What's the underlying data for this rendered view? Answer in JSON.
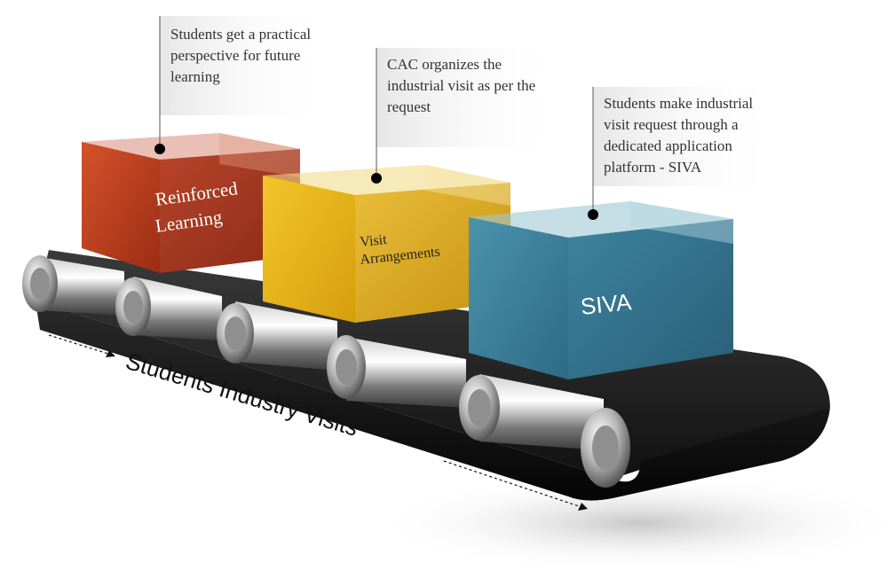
{
  "conveyor": {
    "label": "Students Industry Visits"
  },
  "boxes": [
    {
      "id": "reinforced",
      "label_lines": [
        "Reinforced",
        "Learning"
      ],
      "color": "#c2411f"
    },
    {
      "id": "visit",
      "label_lines": [
        "Visit",
        "Arrangements"
      ],
      "color": "#e8b714"
    },
    {
      "id": "siva",
      "label_lines": [
        "SIVA"
      ],
      "color": "#3d7f9a"
    }
  ],
  "callouts": [
    {
      "id": "reinforced",
      "lines": [
        "Students get a practical",
        "perspective for future",
        "learning"
      ]
    },
    {
      "id": "visit",
      "lines": [
        "CAC organizes the",
        "industrial visit as per the",
        "request"
      ]
    },
    {
      "id": "siva",
      "lines": [
        "Students make industrial",
        "visit request through a",
        "dedicated application",
        "platform - SIVA"
      ]
    }
  ],
  "colors": {
    "belt": "#1a1a1a",
    "roller": "#8a8a8a",
    "callout_bg": "#eeeeee",
    "text": "#333333"
  }
}
